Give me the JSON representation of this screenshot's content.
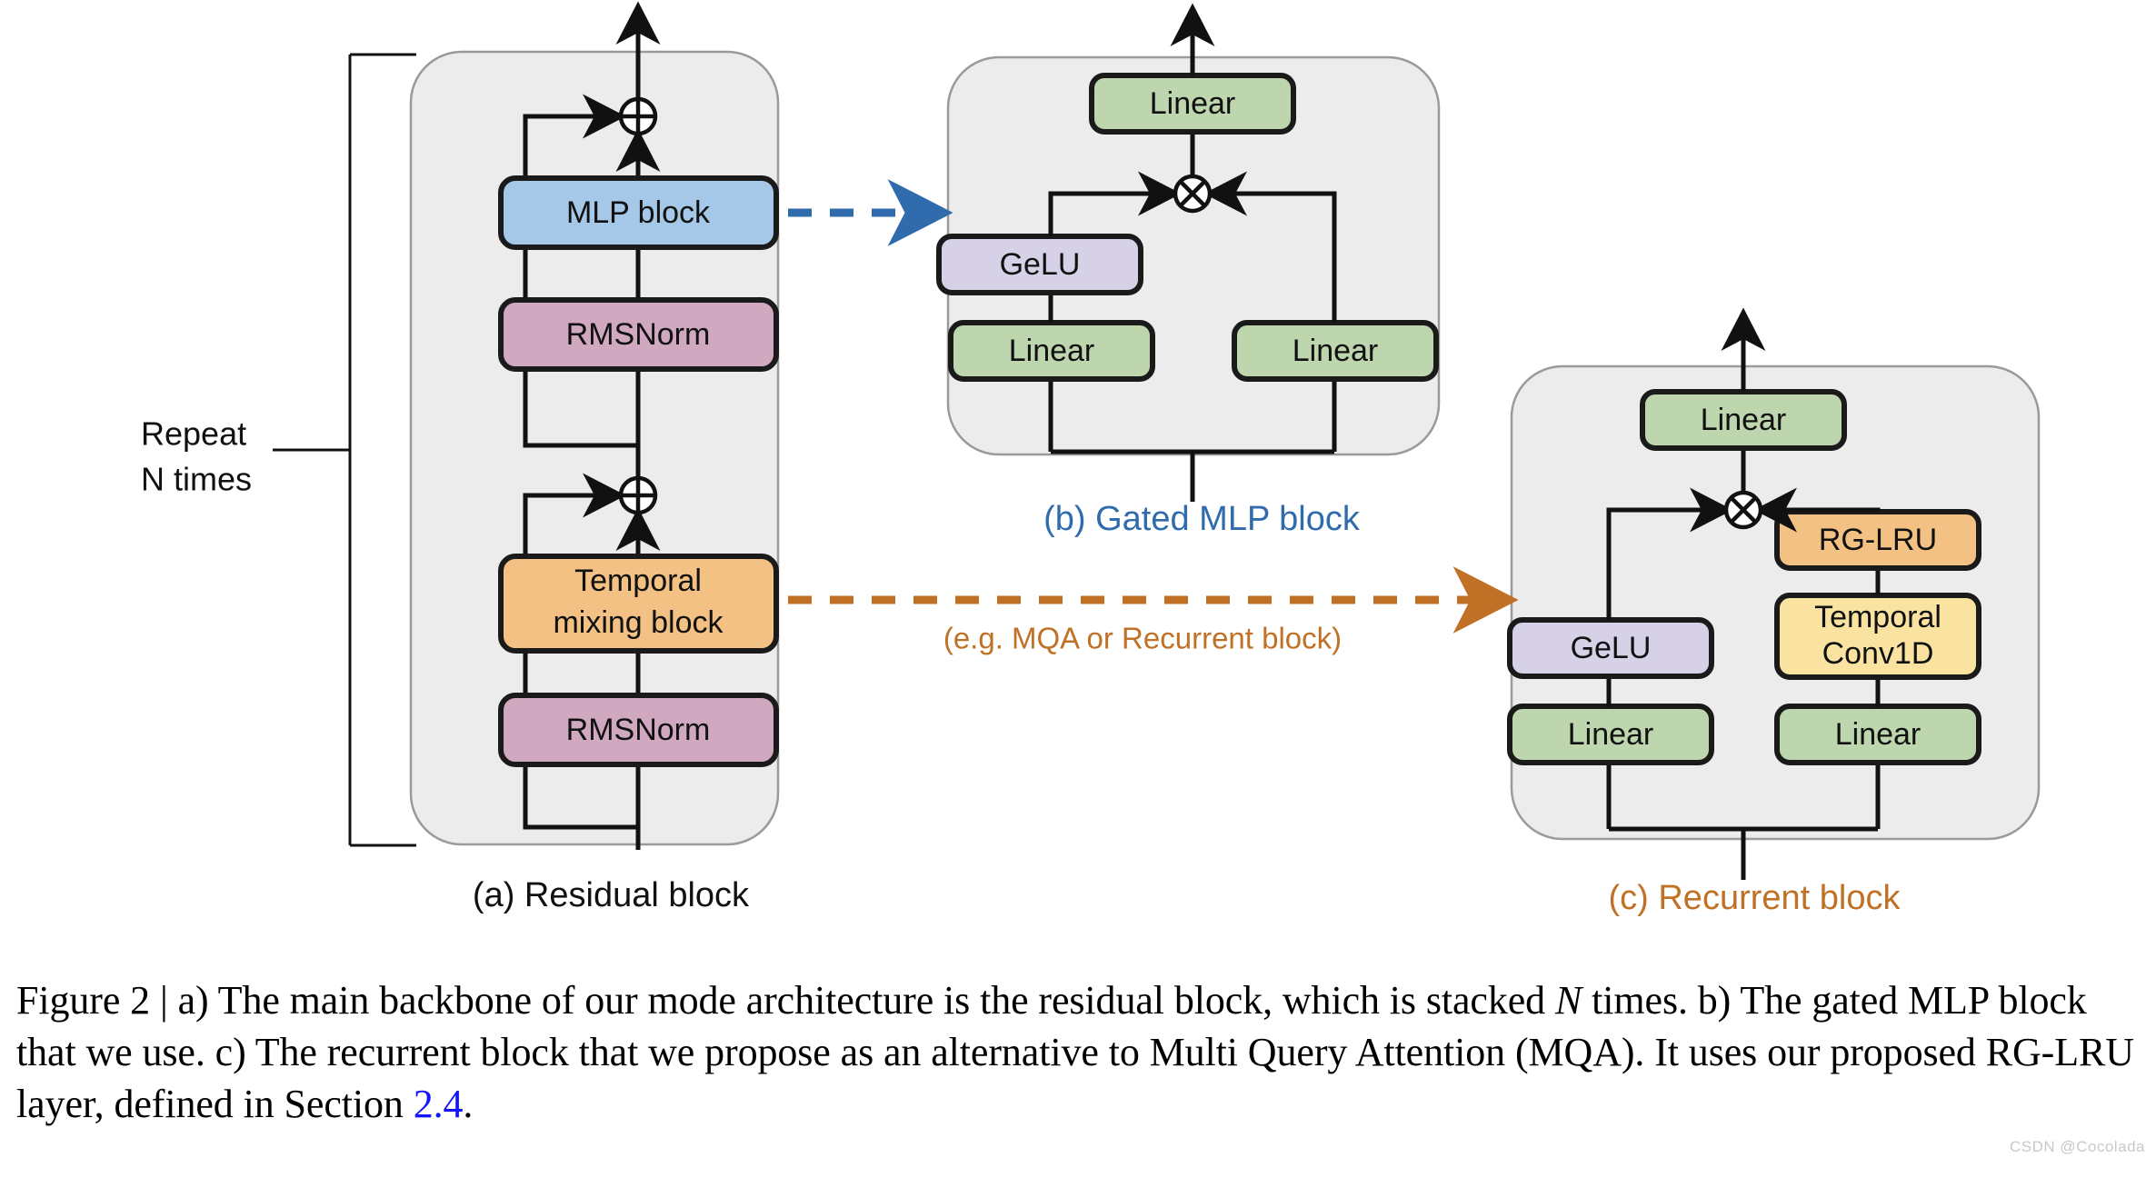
{
  "figure": {
    "panels": [
      {
        "id": "a",
        "caption": "(a) Residual block",
        "caption_color": "#111111",
        "side_label_line1": "Repeat",
        "side_label_line2": "N times",
        "blocks": [
          {
            "label": "MLP block",
            "color": "#a6c8e8",
            "name": "mlp-block"
          },
          {
            "label": "RMSNorm",
            "color": "#d0a9c0",
            "name": "rmsnorm-upper"
          },
          {
            "label_line1": "Temporal",
            "label_line2": "mixing block",
            "color": "#f2c183",
            "name": "temporal-mixing-block"
          },
          {
            "label": "RMSNorm",
            "color": "#d0a9c0",
            "name": "rmsnorm-lower"
          }
        ],
        "operators": [
          {
            "symbol": "add",
            "name": "residual-add-upper"
          },
          {
            "symbol": "add",
            "name": "residual-add-lower"
          }
        ]
      },
      {
        "id": "b",
        "caption": "(b) Gated MLP block",
        "caption_color": "#2f6bad",
        "blocks": [
          {
            "label": "Linear",
            "color": "#bdd6ae",
            "name": "linear-output"
          },
          {
            "label": "GeLU",
            "color": "#d6d1e6",
            "name": "gelu"
          },
          {
            "label": "Linear",
            "color": "#bdd6ae",
            "name": "linear-left"
          },
          {
            "label": "Linear",
            "color": "#bdd6ae",
            "name": "linear-right"
          }
        ],
        "operators": [
          {
            "symbol": "multiply",
            "name": "elementwise-multiply"
          }
        ]
      },
      {
        "id": "c",
        "caption": "(c) Recurrent block",
        "caption_color": "#c07125",
        "blocks": [
          {
            "label": "Linear",
            "color": "#bdd6ae",
            "name": "linear-output"
          },
          {
            "label": "RG-LRU",
            "color": "#f2c183",
            "name": "rg-lru"
          },
          {
            "label_line1": "Temporal",
            "label_line2": "Conv1D",
            "color": "#fae3a0",
            "name": "temporal-conv1d"
          },
          {
            "label": "GeLU",
            "color": "#d6d1e6",
            "name": "gelu"
          },
          {
            "label": "Linear",
            "color": "#bdd6ae",
            "name": "linear-left"
          },
          {
            "label": "Linear",
            "color": "#bdd6ae",
            "name": "linear-right"
          }
        ],
        "operators": [
          {
            "symbol": "multiply",
            "name": "elementwise-multiply"
          }
        ]
      }
    ],
    "connectors": [
      {
        "name": "mlp-to-gated-mlp-arrow",
        "style": "dashed",
        "color": "#2f6bad",
        "label": ""
      },
      {
        "name": "temporal-to-recurrent-arrow",
        "style": "dashed",
        "color": "#c07125",
        "label": "(e.g. MQA or Recurrent block)"
      }
    ],
    "annotation_mqa": "(e.g. MQA or Recurrent block)",
    "caption_parts": {
      "p1": "Figure 2 | a) The main backbone of our mode architecture is the residual block, which is stacked ",
      "i1": "N",
      "p2": " times. b) The gated MLP block that we use. c) The recurrent block that we propose as an alternative to Multi Query Attention (MQA). It uses our proposed RG-LRU layer, defined in Section ",
      "link": "2.4",
      "p3": "."
    },
    "watermark": "CSDN @Cocolada",
    "colors": {
      "panel_bg": "#ececec",
      "panel_border": "#9a9a9a",
      "stroke": "#111111",
      "blue_accent": "#2f6bad",
      "orange_accent": "#c07125",
      "link_blue": "#1414ff"
    }
  }
}
